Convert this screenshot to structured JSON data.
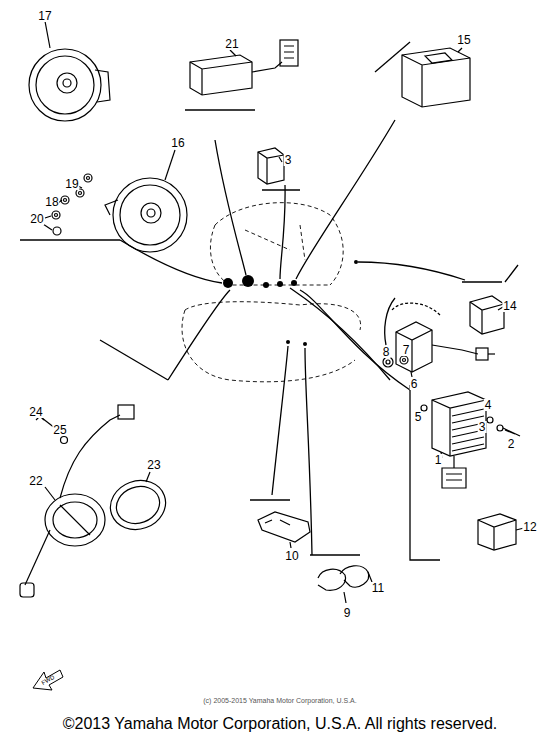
{
  "diagram": {
    "labels": [
      "17",
      "21",
      "15",
      "3",
      "16",
      "19",
      "18",
      "20",
      "14",
      "8",
      "7",
      "6",
      "4",
      "5",
      "3",
      "2",
      "1",
      "12",
      "24",
      "25",
      "23",
      "22",
      "10",
      "9",
      "11",
      "FWD",
      "(c) 2005-2015 Yamaha Motor Corporation, U.S.A.",
      "©2013 Yamaha Motor Corporation, U.S.A. All rights reserved."
    ]
  }
}
